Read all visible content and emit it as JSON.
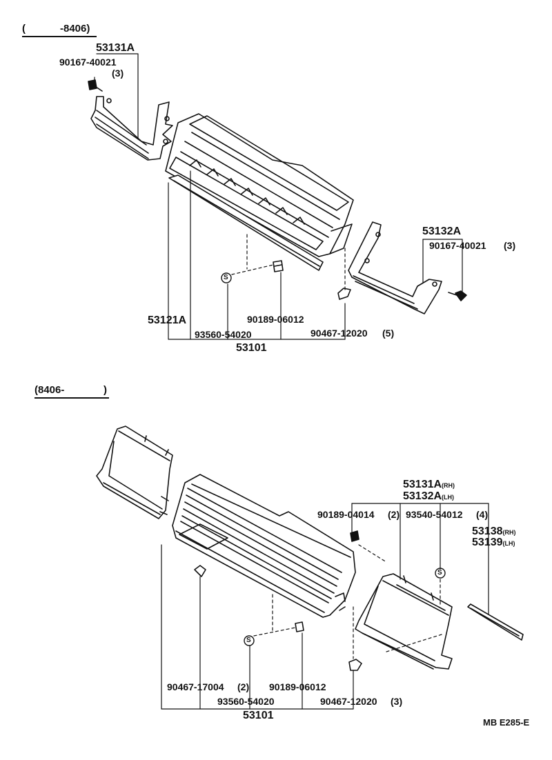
{
  "diagram": {
    "sections": [
      {
        "period_start": "(",
        "period_end": "-8406)",
        "callouts": {
          "bracket_lh": "53131A",
          "screw_lh": "90167-40021",
          "screw_lh_qty": "(3)",
          "bracket_rh": "53132A",
          "screw_rh": "90167-40021",
          "screw_rh_qty": "(3)",
          "molding": "53121A",
          "nut": "93560-54020",
          "clip": "90189-06012",
          "retainer": "90467-12020",
          "retainer_qty": "(5)",
          "assembly": "53101"
        }
      },
      {
        "period_start": "(8406-",
        "period_end": ")",
        "callouts": {
          "bracket_rh": "53131A",
          "bracket_rh_side": "(RH)",
          "bracket_lh": "53132A",
          "bracket_lh_side": "(LH)",
          "clip_upper": "90189-04014",
          "clip_upper_qty": "(2)",
          "nut_upper": "93540-54012",
          "nut_upper_qty": "(4)",
          "molding_rh": "53138",
          "molding_rh_side": "(RH)",
          "molding_lh": "53139",
          "molding_lh_side": "(LH)",
          "retainer_lower": "90467-17004",
          "retainer_lower_qty": "(2)",
          "nut": "93560-54020",
          "clip": "90189-06012",
          "retainer": "90467-12020",
          "retainer_qty": "(3)",
          "assembly": "53101"
        }
      }
    ],
    "nut_symbol": "S",
    "drawing_code": "MB E285-E"
  }
}
